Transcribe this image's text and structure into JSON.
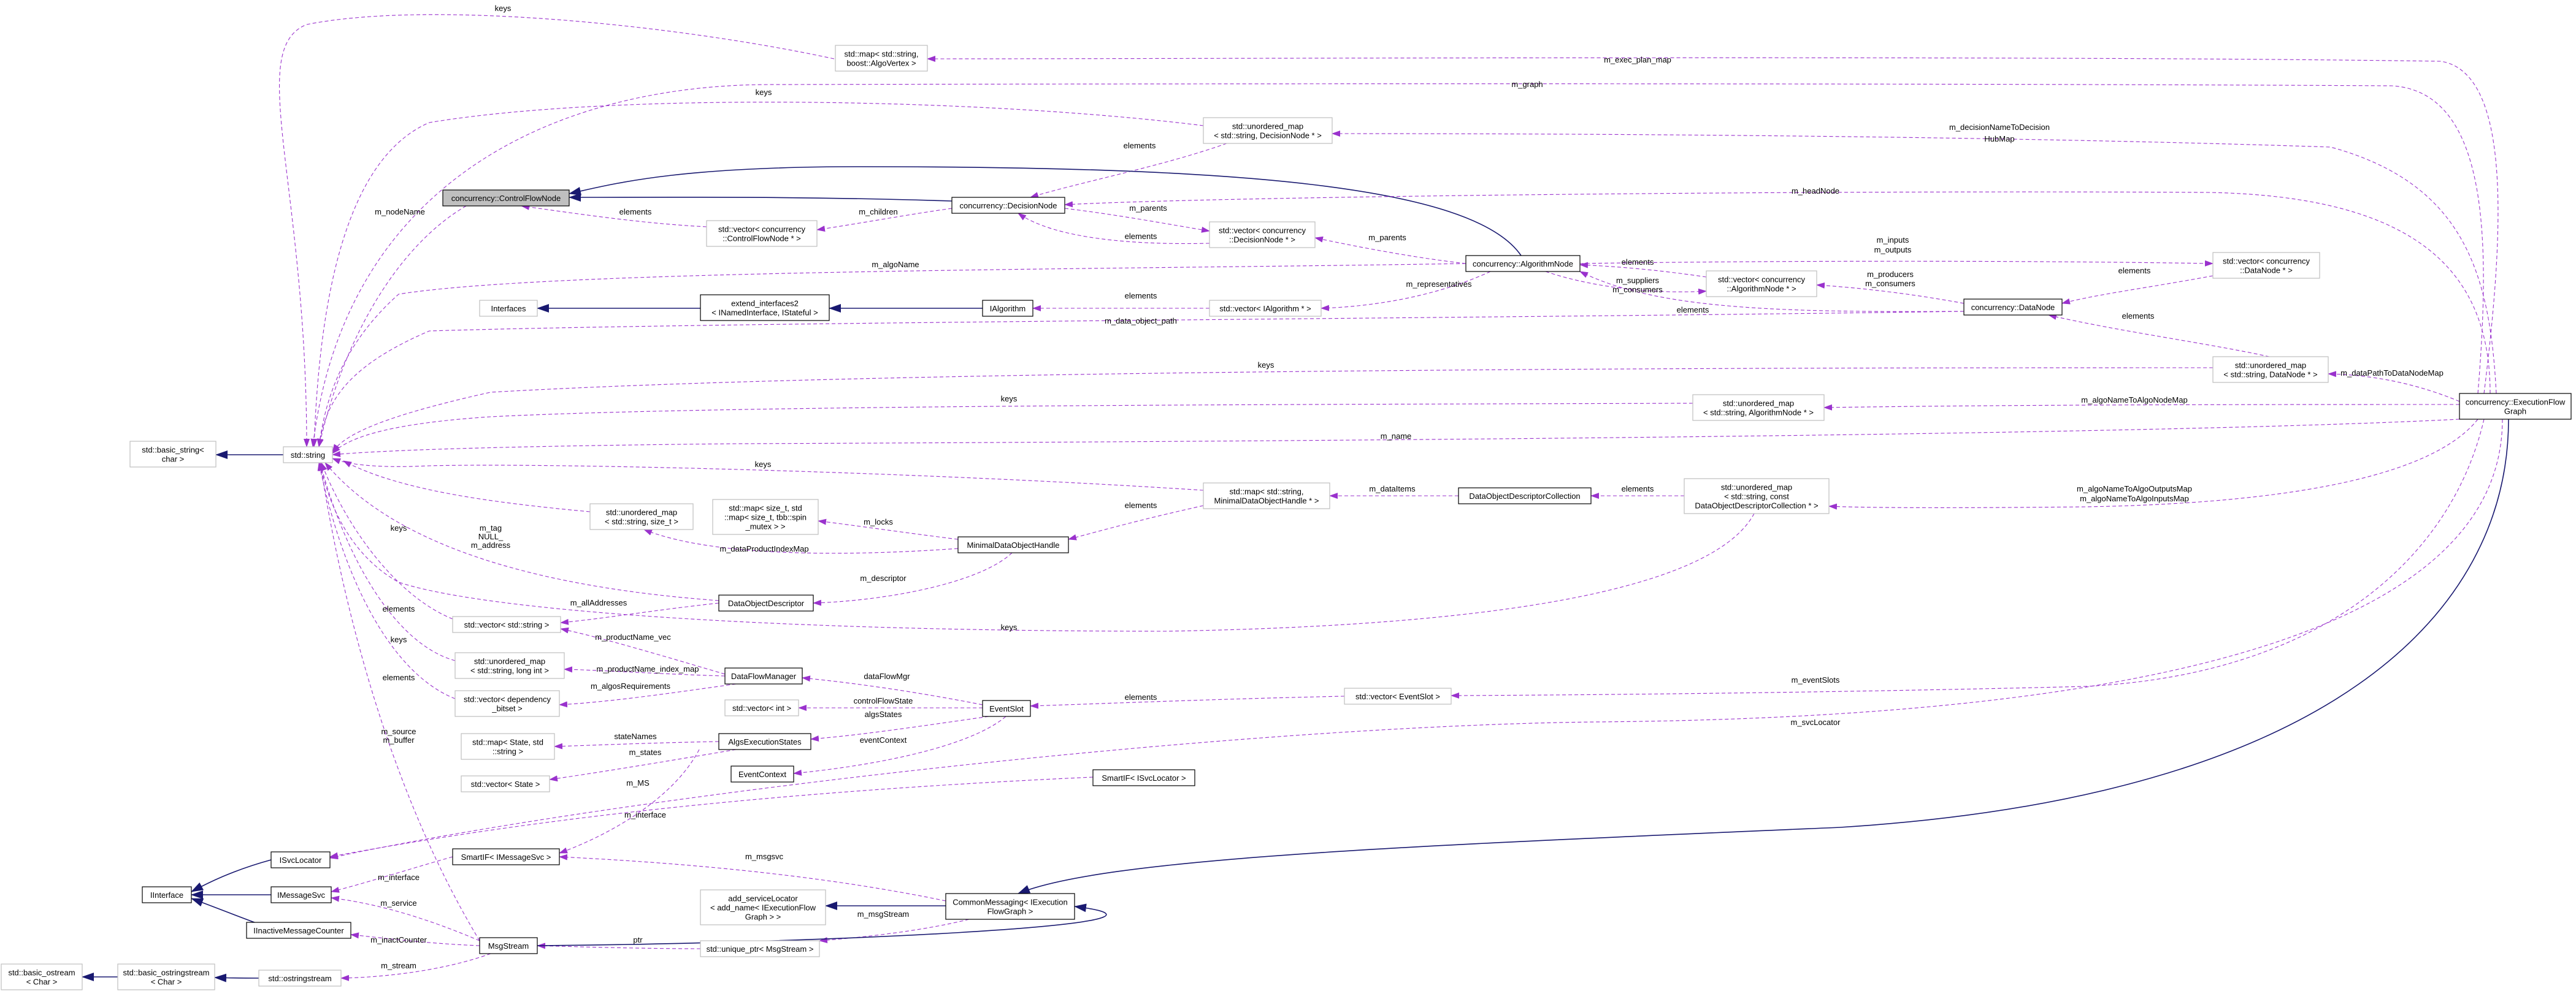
{
  "colors": {
    "inherit": "#191970",
    "usage": "#9a32cd",
    "node_border_gray": "#bfbfbf",
    "node_border_black": "#000000",
    "highlight_fill": "#bfbfbf"
  },
  "nodes": [
    {
      "id": "map_algovertex",
      "lines": [
        "std::map< std::string,",
        "boost::AlgoVertex >"
      ],
      "style": "gray"
    },
    {
      "id": "umap_decisionnode",
      "lines": [
        "std::unordered_map",
        "< std::string, DecisionNode * >"
      ],
      "style": "gray"
    },
    {
      "id": "controlflownode",
      "lines": [
        "concurrency::ControlFlowNode"
      ],
      "style": "highlight"
    },
    {
      "id": "decisionnode",
      "lines": [
        "concurrency::DecisionNode"
      ],
      "style": "black"
    },
    {
      "id": "vec_controlflownode",
      "lines": [
        "std::vector< concurrency",
        "::ControlFlowNode * >"
      ],
      "style": "gray"
    },
    {
      "id": "vec_decisionnode",
      "lines": [
        "std::vector< concurrency",
        "::DecisionNode * >"
      ],
      "style": "gray"
    },
    {
      "id": "algorithmnode",
      "lines": [
        "concurrency::AlgorithmNode"
      ],
      "style": "black"
    },
    {
      "id": "vec_datanode",
      "lines": [
        "std::vector< concurrency",
        "::DataNode * >"
      ],
      "style": "gray"
    },
    {
      "id": "interfaces",
      "lines": [
        "Interfaces"
      ],
      "style": "gray"
    },
    {
      "id": "extend_interfaces2",
      "lines": [
        "extend_interfaces2",
        "< INamedInterface, IStateful >"
      ],
      "style": "black"
    },
    {
      "id": "ialgorithm",
      "lines": [
        "IAlgorithm"
      ],
      "style": "black"
    },
    {
      "id": "vec_ialgorithm",
      "lines": [
        "std::vector< IAlgorithm * >"
      ],
      "style": "gray"
    },
    {
      "id": "vec_algorithmnode",
      "lines": [
        "std::vector< concurrency",
        "::AlgorithmNode * >"
      ],
      "style": "gray"
    },
    {
      "id": "datanode",
      "lines": [
        "concurrency::DataNode"
      ],
      "style": "black"
    },
    {
      "id": "umap_datanode",
      "lines": [
        "std::unordered_map",
        "< std::string, DataNode * >"
      ],
      "style": "gray"
    },
    {
      "id": "executionflowgraph",
      "lines": [
        "concurrency::ExecutionFlow",
        "Graph"
      ],
      "style": "black"
    },
    {
      "id": "umap_algorithmnode",
      "lines": [
        "std::unordered_map",
        "< std::string, AlgorithmNode * >"
      ],
      "style": "gray"
    },
    {
      "id": "basic_string",
      "lines": [
        "std::basic_string<",
        "char >"
      ],
      "style": "gray"
    },
    {
      "id": "string",
      "lines": [
        "std::string"
      ],
      "style": "gray"
    },
    {
      "id": "map_minimaldataobjecthandle",
      "lines": [
        "std::map< std::string,",
        "MinimalDataObjectHandle * >"
      ],
      "style": "gray"
    },
    {
      "id": "dodcollection",
      "lines": [
        "DataObjectDescriptorCollection"
      ],
      "style": "black"
    },
    {
      "id": "umap_dodcollection",
      "lines": [
        "std::unordered_map",
        "< std::string, const",
        "DataObjectDescriptorCollection * >"
      ],
      "style": "gray"
    },
    {
      "id": "umap_string_sizet",
      "lines": [
        "std::unordered_map",
        "< std::string, size_t >"
      ],
      "style": "gray"
    },
    {
      "id": "map_sizet_spinmutex",
      "lines": [
        "std::map< size_t, std",
        "::map< size_t, tbb::spin",
        "_mutex > >"
      ],
      "style": "gray"
    },
    {
      "id": "minimaldataobjecthandle",
      "lines": [
        "MinimalDataObjectHandle"
      ],
      "style": "black"
    },
    {
      "id": "dataobjectdescriptor",
      "lines": [
        "DataObjectDescriptor"
      ],
      "style": "black"
    },
    {
      "id": "vec_string",
      "lines": [
        "std::vector< std::string >"
      ],
      "style": "gray"
    },
    {
      "id": "umap_string_longint",
      "lines": [
        "std::unordered_map",
        "< std::string, long int >"
      ],
      "style": "gray"
    },
    {
      "id": "dataflowmanager",
      "lines": [
        "DataFlowManager"
      ],
      "style": "black"
    },
    {
      "id": "vec_dependency_bitset",
      "lines": [
        "std::vector< dependency",
        "_bitset >"
      ],
      "style": "gray"
    },
    {
      "id": "vec_int",
      "lines": [
        "std::vector< int >"
      ],
      "style": "gray"
    },
    {
      "id": "eventslot",
      "lines": [
        "EventSlot"
      ],
      "style": "black"
    },
    {
      "id": "vec_eventslot",
      "lines": [
        "std::vector< EventSlot >"
      ],
      "style": "gray"
    },
    {
      "id": "map_state_string",
      "lines": [
        "std::map< State, std",
        "::string >"
      ],
      "style": "gray"
    },
    {
      "id": "algsexecutionstates",
      "lines": [
        "AlgsExecutionStates"
      ],
      "style": "black"
    },
    {
      "id": "eventcontext",
      "lines": [
        "EventContext"
      ],
      "style": "black"
    },
    {
      "id": "vec_state",
      "lines": [
        "std::vector< State >"
      ],
      "style": "gray"
    },
    {
      "id": "smartif_isvclocator",
      "lines": [
        "SmartIF< ISvcLocator >"
      ],
      "style": "black"
    },
    {
      "id": "isvclocator",
      "lines": [
        "ISvcLocator"
      ],
      "style": "black"
    },
    {
      "id": "smartif_imessagesvc",
      "lines": [
        "SmartIF< IMessageSvc >"
      ],
      "style": "black"
    },
    {
      "id": "iinterface",
      "lines": [
        "IInterface"
      ],
      "style": "black"
    },
    {
      "id": "imessagesvc",
      "lines": [
        "IMessageSvc"
      ],
      "style": "black"
    },
    {
      "id": "add_servicelocator",
      "lines": [
        "add_serviceLocator",
        "< add_name< IExecutionFlow",
        "Graph > >"
      ],
      "style": "gray"
    },
    {
      "id": "commonmessaging",
      "lines": [
        "CommonMessaging< IExecution",
        "FlowGraph >"
      ],
      "style": "black"
    },
    {
      "id": "iinactivemessagecounter",
      "lines": [
        "IInactiveMessageCounter"
      ],
      "style": "black"
    },
    {
      "id": "msgstream",
      "lines": [
        "MsgStream"
      ],
      "style": "black"
    },
    {
      "id": "unique_ptr_msgstream",
      "lines": [
        "std::unique_ptr< MsgStream >"
      ],
      "style": "gray"
    },
    {
      "id": "basic_ostream",
      "lines": [
        "std::basic_ostream",
        "< Char >"
      ],
      "style": "gray"
    },
    {
      "id": "basic_ostringstream",
      "lines": [
        "std::basic_ostringstream",
        "< Char >"
      ],
      "style": "gray"
    },
    {
      "id": "ostringstream",
      "lines": [
        "std::ostringstream"
      ],
      "style": "gray"
    }
  ],
  "edges": [
    {
      "id": "e1",
      "type": "usage",
      "label": [
        "keys"
      ]
    },
    {
      "id": "e2",
      "type": "usage",
      "label": [
        "m_exec_plan_map"
      ]
    },
    {
      "id": "e3",
      "type": "usage",
      "label": [
        "m_graph"
      ]
    },
    {
      "id": "e4",
      "type": "usage",
      "label": [
        "keys"
      ]
    },
    {
      "id": "e5",
      "type": "usage",
      "label": [
        "m_decisionNameToDecision",
        "HubMap"
      ]
    },
    {
      "id": "e6",
      "type": "usage",
      "label": [
        "elements"
      ]
    },
    {
      "id": "e7",
      "type": "inherit",
      "label": []
    },
    {
      "id": "e8",
      "type": "inherit",
      "label": []
    },
    {
      "id": "e9",
      "type": "usage",
      "label": [
        "m_headNode"
      ]
    },
    {
      "id": "e10",
      "type": "usage",
      "label": [
        "m_nodeName"
      ]
    },
    {
      "id": "e11",
      "type": "usage",
      "label": [
        "elements"
      ]
    },
    {
      "id": "e12",
      "type": "usage",
      "label": [
        "m_children"
      ]
    },
    {
      "id": "e13",
      "type": "usage",
      "label": [
        "m_parents"
      ]
    },
    {
      "id": "e14",
      "type": "usage",
      "label": [
        "elements"
      ]
    },
    {
      "id": "e15",
      "type": "usage",
      "label": [
        "m_parents"
      ]
    },
    {
      "id": "e16",
      "type": "usage",
      "label": [
        "m_inputs",
        "m_outputs"
      ]
    },
    {
      "id": "e17",
      "type": "usage",
      "label": [
        "elements"
      ]
    },
    {
      "id": "e18",
      "type": "usage",
      "label": [
        "m_algoName"
      ]
    },
    {
      "id": "e19",
      "type": "inherit",
      "label": []
    },
    {
      "id": "e20",
      "type": "inherit",
      "label": []
    },
    {
      "id": "e21",
      "type": "usage",
      "label": [
        "elements"
      ]
    },
    {
      "id": "e22",
      "type": "usage",
      "label": [
        "m_representatives"
      ]
    },
    {
      "id": "e23",
      "type": "usage",
      "label": [
        "elements"
      ]
    },
    {
      "id": "e24",
      "type": "usage",
      "label": [
        "m_suppliers",
        "m_consumers"
      ]
    },
    {
      "id": "e25",
      "type": "usage",
      "label": [
        "m_producers",
        "m_consumers"
      ]
    },
    {
      "id": "e26",
      "type": "usage",
      "label": [
        "elements"
      ]
    },
    {
      "id": "e27",
      "type": "usage",
      "label": [
        "m_data_object_path"
      ]
    },
    {
      "id": "e28",
      "type": "usage",
      "label": [
        "elements"
      ]
    },
    {
      "id": "e29",
      "type": "usage",
      "label": [
        "keys"
      ]
    },
    {
      "id": "e30",
      "type": "usage",
      "label": [
        "m_dataPathToDataNodeMap"
      ]
    },
    {
      "id": "e31",
      "type": "usage",
      "label": [
        "keys"
      ]
    },
    {
      "id": "e32",
      "type": "usage",
      "label": [
        "m_algoNameToAlgoNodeMap"
      ]
    },
    {
      "id": "e33",
      "type": "inherit",
      "label": []
    },
    {
      "id": "e34",
      "type": "usage",
      "label": [
        "m_name"
      ]
    },
    {
      "id": "e35",
      "type": "usage",
      "label": [
        "keys"
      ]
    },
    {
      "id": "e36",
      "type": "usage",
      "label": [
        "m_dataItems"
      ]
    },
    {
      "id": "e37",
      "type": "usage",
      "label": [
        "elements"
      ]
    },
    {
      "id": "e38",
      "type": "usage",
      "label": [
        "m_algoNameToAlgoOutputsMap",
        "m_algoNameToAlgoInputsMap"
      ]
    },
    {
      "id": "e39",
      "type": "usage",
      "label": [
        "keys"
      ]
    },
    {
      "id": "e40",
      "type": "usage",
      "label": [
        "m_tag",
        "NULL_",
        "m_address"
      ]
    },
    {
      "id": "e41",
      "type": "usage",
      "label": [
        "elements"
      ]
    },
    {
      "id": "e42",
      "type": "usage",
      "label": [
        "m_locks"
      ]
    },
    {
      "id": "e43",
      "type": "usage",
      "label": [
        "m_dataProductIndexMap"
      ]
    },
    {
      "id": "e44",
      "type": "usage",
      "label": [
        "m_descriptor"
      ]
    },
    {
      "id": "e45",
      "type": "usage",
      "label": [
        "keys"
      ]
    },
    {
      "id": "e46",
      "type": "usage",
      "label": [
        "elements"
      ]
    },
    {
      "id": "e47",
      "type": "usage",
      "label": [
        "m_allAddresses"
      ]
    },
    {
      "id": "e48",
      "type": "usage",
      "label": [
        "m_productName_vec"
      ]
    },
    {
      "id": "e49",
      "type": "usage",
      "label": [
        "keys"
      ]
    },
    {
      "id": "e50",
      "type": "usage",
      "label": [
        "m_productName_index_map"
      ]
    },
    {
      "id": "e51",
      "type": "usage",
      "label": [
        "elements"
      ]
    },
    {
      "id": "e52",
      "type": "usage",
      "label": [
        "m_algosRequirements"
      ]
    },
    {
      "id": "e53",
      "type": "usage",
      "label": [
        "dataFlowMgr"
      ]
    },
    {
      "id": "e54",
      "type": "usage",
      "label": [
        "controlFlowState"
      ]
    },
    {
      "id": "e55",
      "type": "usage",
      "label": [
        "elements"
      ]
    },
    {
      "id": "e56",
      "type": "usage",
      "label": [
        "m_eventSlots"
      ]
    },
    {
      "id": "e57",
      "type": "usage",
      "label": [
        "algsStates"
      ]
    },
    {
      "id": "e58",
      "type": "usage",
      "label": [
        "stateNames"
      ]
    },
    {
      "id": "e59",
      "type": "usage",
      "label": [
        "m_states"
      ]
    },
    {
      "id": "e60",
      "type": "usage",
      "label": [
        "eventContext"
      ]
    },
    {
      "id": "e61",
      "type": "usage",
      "label": [
        "m_svcLocator"
      ]
    },
    {
      "id": "e62",
      "type": "usage",
      "label": [
        "m_source",
        "m_buffer"
      ]
    },
    {
      "id": "e63",
      "type": "usage",
      "label": [
        "m_MS"
      ]
    },
    {
      "id": "e64",
      "type": "usage",
      "label": [
        "m_interface"
      ]
    },
    {
      "id": "e65",
      "type": "usage",
      "label": [
        "m_msgsvc"
      ]
    },
    {
      "id": "e66",
      "type": "usage",
      "label": [
        "m_interface"
      ]
    },
    {
      "id": "e67",
      "type": "inherit",
      "label": []
    },
    {
      "id": "e68",
      "type": "inherit",
      "label": []
    },
    {
      "id": "e69",
      "type": "inherit",
      "label": []
    },
    {
      "id": "e70",
      "type": "inherit",
      "label": []
    },
    {
      "id": "e71",
      "type": "usage",
      "label": [
        "m_service"
      ]
    },
    {
      "id": "e72",
      "type": "usage",
      "label": [
        "m_inactCounter"
      ]
    },
    {
      "id": "e73",
      "type": "inherit",
      "label": []
    },
    {
      "id": "e74",
      "type": "usage",
      "label": [
        "m_msgStream"
      ]
    },
    {
      "id": "e75",
      "type": "usage",
      "label": [
        "ptr"
      ]
    },
    {
      "id": "e76",
      "type": "usage",
      "label": [
        "m_stream"
      ]
    },
    {
      "id": "e77",
      "type": "inherit",
      "label": []
    },
    {
      "id": "e78",
      "type": "inherit",
      "label": []
    },
    {
      "id": "e79",
      "type": "inherit",
      "label": []
    }
  ]
}
